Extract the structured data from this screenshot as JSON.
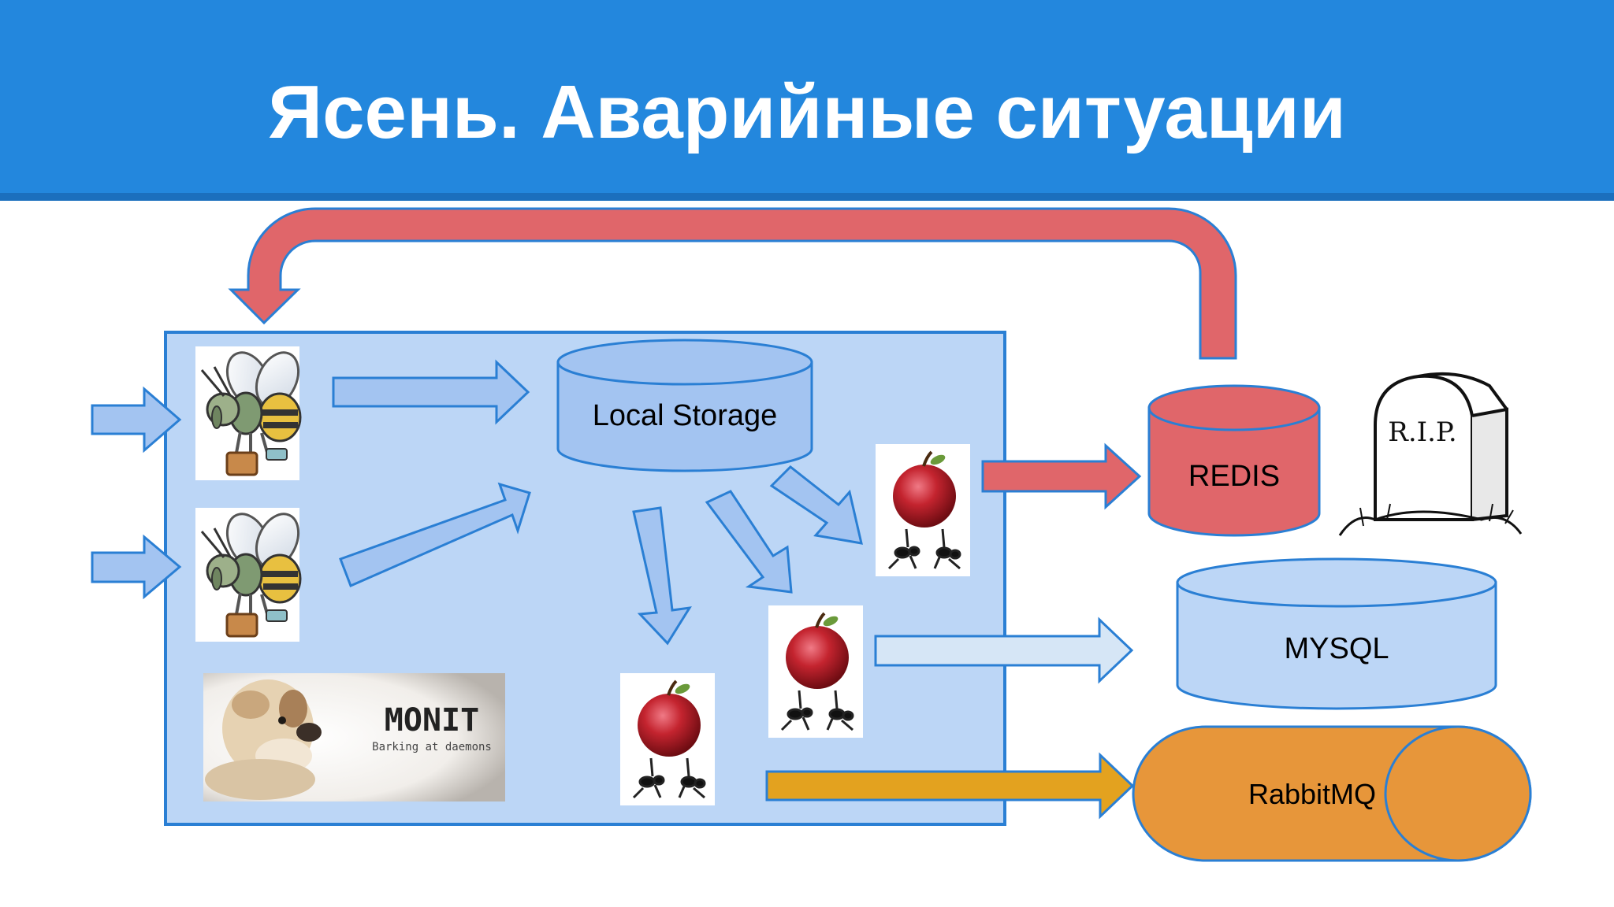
{
  "slide": {
    "title": "Ясень. Аварийные ситуации"
  },
  "nodes": {
    "local_storage": "Local Storage",
    "redis": "REDIS",
    "mysql": "MYSQL",
    "rabbitmq": "RabbitMQ"
  },
  "monit": {
    "name": "MONIT",
    "tagline": "Barking at daemons"
  },
  "tombstone": {
    "text": "R.I.P."
  },
  "colors": {
    "header": "#2387dd",
    "panel": "#bcd6f6",
    "panel_border": "#2a7fd4",
    "blue_arrow": "#a3c4f1",
    "red": "#e0666a",
    "orange": "#e7963a",
    "gold_arrow": "#e3a21f",
    "light_arrow": "#d6e6f6"
  }
}
